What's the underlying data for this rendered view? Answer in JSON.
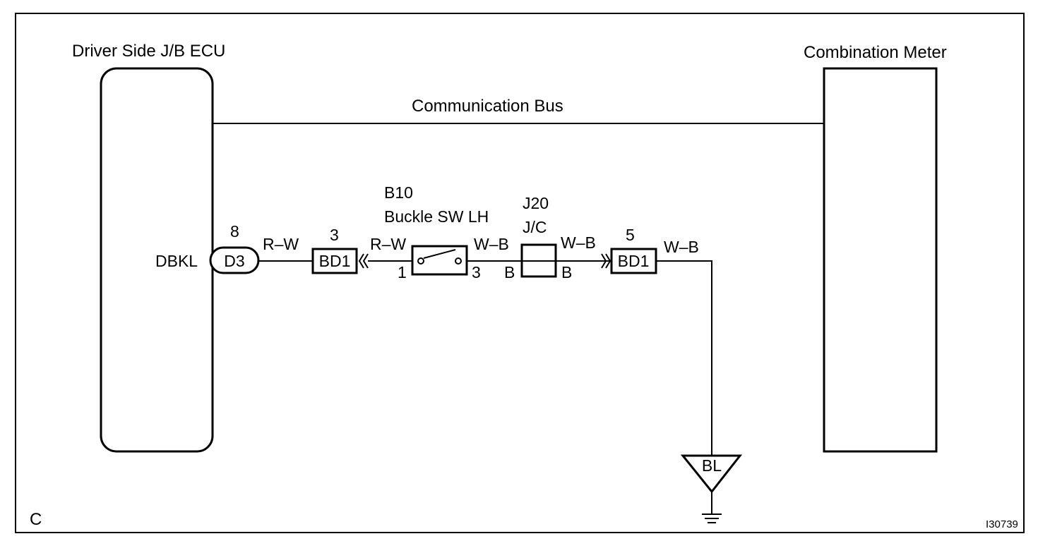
{
  "ecu": {
    "title": "Driver Side J/B ECU",
    "terminal_name": "DBKL"
  },
  "meter": {
    "title": "Combination Meter"
  },
  "bus": {
    "label": "Communication Bus"
  },
  "ecu_connector": {
    "code": "D3",
    "pin": "8"
  },
  "wires": {
    "rw_left": "R–W",
    "rw_right": "R–W",
    "wb_switch": "W–B",
    "wb_jc": "W–B",
    "wb_ground": "W–B"
  },
  "bd1_left": {
    "code": "BD1",
    "pin": "3"
  },
  "buckle_switch": {
    "code": "B10",
    "name": "Buckle SW LH",
    "pin_in": "1",
    "pin_out": "3"
  },
  "junction": {
    "code": "J20",
    "name": "J/C",
    "pin_in": "B",
    "pin_out": "B"
  },
  "bd1_right": {
    "code": "BD1",
    "pin": "5"
  },
  "ground": {
    "code": "BL"
  },
  "corner_letter": "C",
  "figure_id": "I30739"
}
